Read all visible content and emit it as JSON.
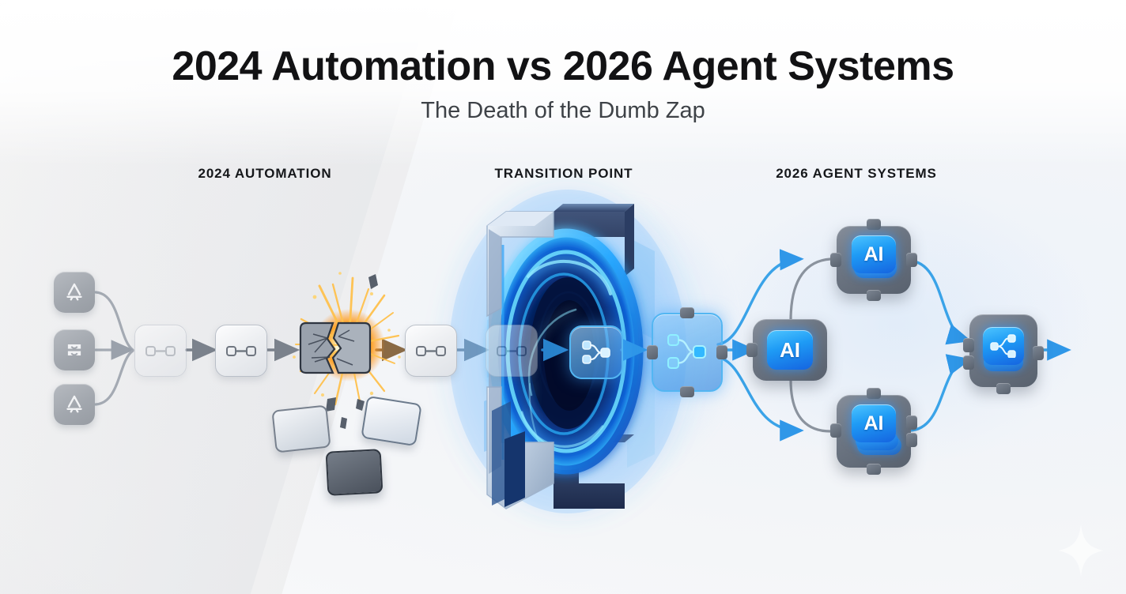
{
  "header": {
    "title": "2024 Automation vs 2026 Agent Systems",
    "subtitle": "The Death of the Dumb Zap"
  },
  "sections": [
    {
      "id": "left",
      "label": "2024 AUTOMATION"
    },
    {
      "id": "mid",
      "label": "TRANSITION POINT"
    },
    {
      "id": "right",
      "label": "2026 AGENT SYSTEMS"
    }
  ],
  "left_panel": {
    "source_apps": [
      {
        "icon": "app-store-icon"
      },
      {
        "icon": "database-icon"
      },
      {
        "icon": "app-store-icon"
      }
    ],
    "nodes": [
      {
        "state": "faded",
        "icon": "link-nodes-icon"
      },
      {
        "state": "normal",
        "icon": "link-nodes-icon"
      },
      {
        "state": "broken",
        "icon": "shattered-node-icon"
      },
      {
        "state": "normal",
        "icon": "link-nodes-icon"
      },
      {
        "state": "entering-portal",
        "icon": "link-nodes-icon"
      }
    ],
    "debris_count": 3,
    "spark_count": 22
  },
  "transition": {
    "portal": "energy-portal-vortex",
    "emerging_node": {
      "icon": "branch-graph-icon"
    },
    "exit_node": {
      "icon": "branch-graph-icon"
    }
  },
  "right_panel": {
    "agents": [
      {
        "label": "AI",
        "position": "center"
      },
      {
        "label": "AI",
        "position": "top"
      },
      {
        "label": "AI",
        "position": "bottom"
      }
    ],
    "output_node": {
      "icon": "share-branch-icon"
    }
  },
  "watermark": {
    "icon": "sparkle-star-icon"
  },
  "colors": {
    "title": "#121214",
    "subtitle": "#3e4247",
    "section_label": "#15171a",
    "legacy_gray": "#b9bfc8",
    "legacy_arrow": "#7b828c",
    "accent_blue": "#1e9bf5",
    "portal_cyan": "#3fd0ff",
    "portal_deep": "#0b2f7a",
    "spark_orange": "#ffae2e",
    "background": "#f6f7f9"
  }
}
